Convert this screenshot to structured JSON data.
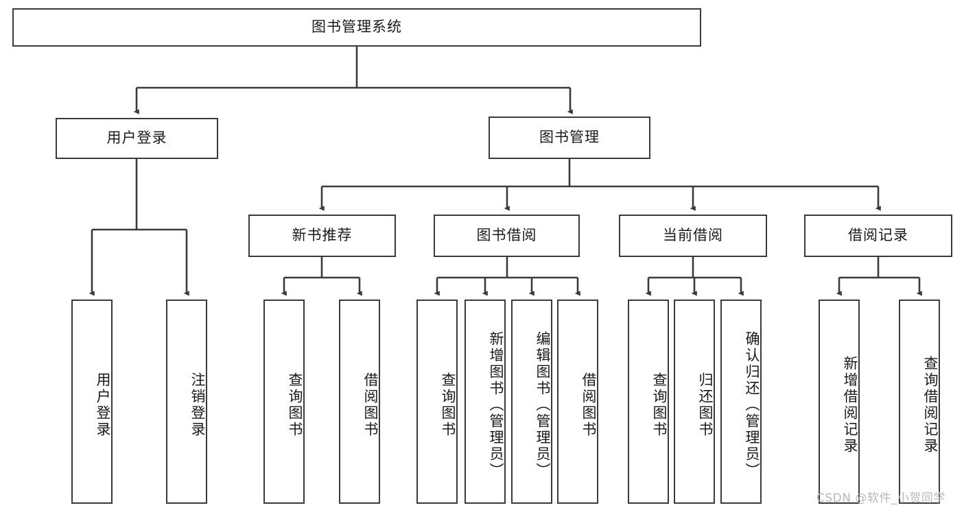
{
  "diagram": {
    "title": "图书管理系统",
    "type": "tree-hierarchy-diagram",
    "style": {
      "box_border_color": "#3a3a3a",
      "box_fill_color": "#ffffff",
      "edge_color": "#3a3a3a",
      "text_color": "#1a1a1a",
      "background": "#ffffff"
    },
    "root": {
      "label": "图书管理系统"
    },
    "level2": [
      {
        "label": "用户登录"
      },
      {
        "label": "图书管理"
      }
    ],
    "level3": [
      {
        "label": "新书推荐"
      },
      {
        "label": "图书借阅"
      },
      {
        "label": "当前借阅"
      },
      {
        "label": "借阅记录"
      }
    ],
    "leaves": {
      "user_login": [
        {
          "label": "用户登录"
        },
        {
          "label": "注销登录"
        }
      ],
      "new_book_recommend": [
        {
          "label": "查询图书"
        },
        {
          "label": "借阅图书"
        }
      ],
      "book_borrow": [
        {
          "label": "查询图书"
        },
        {
          "label": "新增图书（管理员）"
        },
        {
          "label": "编辑图书（管理员）"
        },
        {
          "label": "借阅图书"
        }
      ],
      "current_borrow": [
        {
          "label": "查询图书"
        },
        {
          "label": "归还图书"
        },
        {
          "label": "确认归还（管理员）"
        }
      ],
      "borrow_record": [
        {
          "label": "新增借阅记录"
        },
        {
          "label": "查询借阅记录"
        }
      ]
    }
  },
  "watermark": {
    "text": "CSDN @软件_小贺同学"
  }
}
